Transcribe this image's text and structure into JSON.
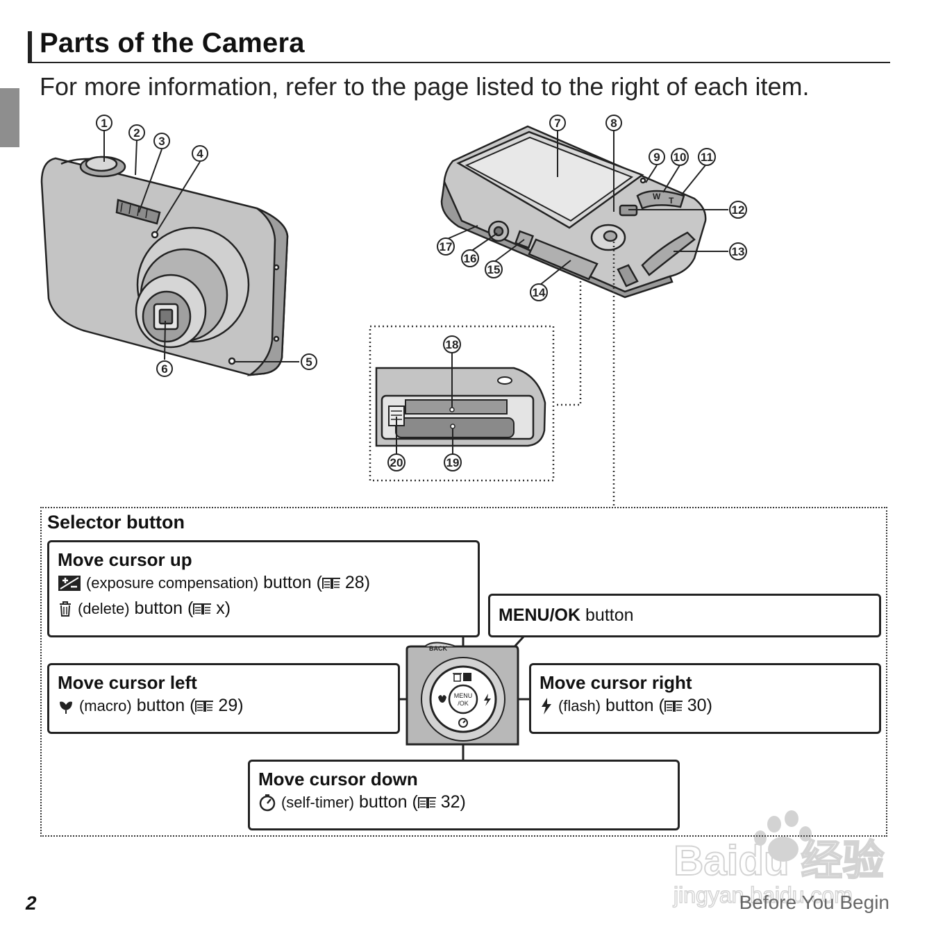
{
  "page": {
    "title": "Parts of the Camera",
    "subtitle": "For more information, refer to the page listed to the right of each item.",
    "page_number": "2",
    "section": "Before You Begin"
  },
  "callouts": [
    "1",
    "2",
    "3",
    "4",
    "5",
    "6",
    "7",
    "8",
    "9",
    "10",
    "11",
    "12",
    "13",
    "14",
    "15",
    "16",
    "17",
    "18",
    "19",
    "20"
  ],
  "camera_labels": {
    "zoom_w": "W",
    "zoom_t": "T",
    "back": "BACK"
  },
  "selector": {
    "title": "Selector button",
    "up": {
      "heading": "Move cursor up",
      "line1_desc": "(exposure compensation)",
      "line1_rest": "button (",
      "line1_page": "28)",
      "line2_desc": "(delete)",
      "line2_rest": "button (",
      "line2_page": "x)"
    },
    "menu": {
      "bold": "MENU/OK",
      "rest": " button"
    },
    "left": {
      "heading": "Move cursor left",
      "desc": "(macro)",
      "rest": "button (",
      "page": "29)"
    },
    "right": {
      "heading": "Move cursor right",
      "desc": "(flash)",
      "rest": "button (",
      "page": "30)"
    },
    "down": {
      "heading": "Move cursor down",
      "desc": "(self-timer)",
      "rest": "button (",
      "page": "32)"
    },
    "dial_center": "MENU /OK"
  },
  "watermark": {
    "brand": "Baidu 经验",
    "url": "jingyan.baidu.com"
  }
}
